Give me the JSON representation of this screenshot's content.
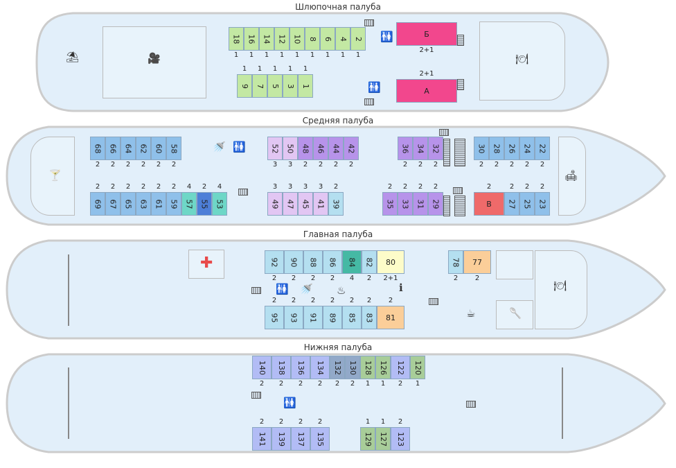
{
  "colors": {
    "lg": "#c3e8a3",
    "pk": "#f2478d",
    "bl": "#8fc0ea",
    "lv": "#e2c6f3",
    "pu": "#b793ea",
    "tq": "#6ed7c7",
    "db": "#4d7fd8",
    "rd": "#ef6a6a",
    "cy": "#b4dff0",
    "tl": "#45b9a4",
    "ly": "#fdfcc9",
    "or": "#fbce99",
    "pe": "#b2bcf5",
    "sl": "#92a9c9",
    "sg": "#a8cd99"
  },
  "decks": [
    {
      "title": "Шлюпочная палуба",
      "cabins": [
        {
          "num": "18",
          "c": "lg",
          "v": true,
          "cap": "1",
          "cp": "b"
        },
        {
          "num": "16",
          "c": "lg",
          "v": true,
          "cap": "1",
          "cp": "b"
        },
        {
          "num": "14",
          "c": "lg",
          "v": true,
          "cap": "1",
          "cp": "b"
        },
        {
          "num": "12",
          "c": "lg",
          "v": true,
          "cap": "1",
          "cp": "b"
        },
        {
          "num": "10",
          "c": "lg",
          "v": true,
          "cap": "1",
          "cp": "b"
        },
        {
          "num": "8",
          "c": "lg",
          "v": true,
          "cap": "1",
          "cp": "b"
        },
        {
          "num": "6",
          "c": "lg",
          "v": true,
          "cap": "1",
          "cp": "b"
        },
        {
          "num": "4",
          "c": "lg",
          "v": true,
          "cap": "1",
          "cp": "b"
        },
        {
          "num": "2",
          "c": "lg",
          "v": true,
          "cap": "1",
          "cp": "b"
        },
        {
          "num": "9",
          "c": "lg",
          "v": true,
          "cap": "1",
          "cp": "t"
        },
        {
          "num": "7",
          "c": "lg",
          "v": true,
          "cap": "1",
          "cp": "t"
        },
        {
          "num": "5",
          "c": "lg",
          "v": true,
          "cap": "1",
          "cp": "t"
        },
        {
          "num": "3",
          "c": "lg",
          "v": true,
          "cap": "1",
          "cp": "t"
        },
        {
          "num": "1",
          "c": "lg",
          "v": true,
          "cap": "1",
          "cp": "t"
        },
        {
          "num": "Б",
          "c": "pk",
          "v": false,
          "cap": "2+1",
          "cp": "b"
        },
        {
          "num": "А",
          "c": "pk",
          "v": false,
          "cap": "2+1",
          "cp": "t"
        }
      ]
    },
    {
      "title": "Средняя палуба",
      "cabins": [
        {
          "num": "68",
          "c": "bl",
          "v": true,
          "cap": "2",
          "cp": "b"
        },
        {
          "num": "66",
          "c": "bl",
          "v": true,
          "cap": "2",
          "cp": "b"
        },
        {
          "num": "64",
          "c": "bl",
          "v": true,
          "cap": "2",
          "cp": "b"
        },
        {
          "num": "62",
          "c": "bl",
          "v": true,
          "cap": "2",
          "cp": "b"
        },
        {
          "num": "60",
          "c": "bl",
          "v": true,
          "cap": "2",
          "cp": "b"
        },
        {
          "num": "58",
          "c": "bl",
          "v": true,
          "cap": "2",
          "cp": "b"
        },
        {
          "num": "69",
          "c": "bl",
          "v": true,
          "cap": "2",
          "cp": "t"
        },
        {
          "num": "67",
          "c": "bl",
          "v": true,
          "cap": "2",
          "cp": "t"
        },
        {
          "num": "65",
          "c": "bl",
          "v": true,
          "cap": "2",
          "cp": "t"
        },
        {
          "num": "63",
          "c": "bl",
          "v": true,
          "cap": "2",
          "cp": "t"
        },
        {
          "num": "61",
          "c": "bl",
          "v": true,
          "cap": "2",
          "cp": "t"
        },
        {
          "num": "59",
          "c": "bl",
          "v": true,
          "cap": "2",
          "cp": "t"
        },
        {
          "num": "57",
          "c": "tq",
          "v": true,
          "cap": "4",
          "cp": "t"
        },
        {
          "num": "55",
          "c": "db",
          "v": true,
          "cap": "2",
          "cp": "t"
        },
        {
          "num": "53",
          "c": "tq",
          "v": true,
          "cap": "4",
          "cp": "t"
        },
        {
          "num": "52",
          "c": "lv",
          "v": true,
          "cap": "3",
          "cp": "b"
        },
        {
          "num": "50",
          "c": "lv",
          "v": true,
          "cap": "3",
          "cp": "b"
        },
        {
          "num": "48",
          "c": "pu",
          "v": true,
          "cap": "2",
          "cp": "b"
        },
        {
          "num": "46",
          "c": "pu",
          "v": true,
          "cap": "2",
          "cp": "b"
        },
        {
          "num": "44",
          "c": "pu",
          "v": true,
          "cap": "2",
          "cp": "b"
        },
        {
          "num": "42",
          "c": "pu",
          "v": true,
          "cap": "2",
          "cp": "b"
        },
        {
          "num": "49",
          "c": "lv",
          "v": true,
          "cap": "3",
          "cp": "t"
        },
        {
          "num": "47",
          "c": "lv",
          "v": true,
          "cap": "3",
          "cp": "t"
        },
        {
          "num": "45",
          "c": "lv",
          "v": true,
          "cap": "3",
          "cp": "t"
        },
        {
          "num": "41",
          "c": "lv",
          "v": true,
          "cap": "3",
          "cp": "t"
        },
        {
          "num": "39",
          "c": "cy",
          "v": true,
          "cap": "2",
          "cp": "t"
        },
        {
          "num": "36",
          "c": "pu",
          "v": true,
          "cap": "2",
          "cp": "b"
        },
        {
          "num": "34",
          "c": "pu",
          "v": true,
          "cap": "2",
          "cp": "b"
        },
        {
          "num": "32",
          "c": "pu",
          "v": true,
          "cap": "2",
          "cp": "b"
        },
        {
          "num": "35",
          "c": "pu",
          "v": true,
          "cap": "2",
          "cp": "t"
        },
        {
          "num": "33",
          "c": "pu",
          "v": true,
          "cap": "2",
          "cp": "t"
        },
        {
          "num": "31",
          "c": "pu",
          "v": true,
          "cap": "2",
          "cp": "t"
        },
        {
          "num": "29",
          "c": "pu",
          "v": true,
          "cap": "2",
          "cp": "t"
        },
        {
          "num": "30",
          "c": "bl",
          "v": true,
          "cap": "2",
          "cp": "b"
        },
        {
          "num": "28",
          "c": "bl",
          "v": true,
          "cap": "2",
          "cp": "b"
        },
        {
          "num": "26",
          "c": "bl",
          "v": true,
          "cap": "2",
          "cp": "b"
        },
        {
          "num": "24",
          "c": "bl",
          "v": true,
          "cap": "2",
          "cp": "b"
        },
        {
          "num": "22",
          "c": "bl",
          "v": true,
          "cap": "2",
          "cp": "b"
        },
        {
          "num": "В",
          "c": "rd",
          "v": false,
          "cap": "2",
          "cp": "t"
        },
        {
          "num": "27",
          "c": "bl",
          "v": true,
          "cap": "2",
          "cp": "t"
        },
        {
          "num": "25",
          "c": "bl",
          "v": true,
          "cap": "2",
          "cp": "t"
        },
        {
          "num": "23",
          "c": "bl",
          "v": true,
          "cap": "2",
          "cp": "t"
        }
      ]
    },
    {
      "title": "Главная палуба",
      "cabins": [
        {
          "num": "92",
          "c": "cy",
          "v": true,
          "cap": "2",
          "cp": "b"
        },
        {
          "num": "90",
          "c": "cy",
          "v": true,
          "cap": "2",
          "cp": "b"
        },
        {
          "num": "88",
          "c": "cy",
          "v": true,
          "cap": "2",
          "cp": "b"
        },
        {
          "num": "86",
          "c": "cy",
          "v": true,
          "cap": "2",
          "cp": "b"
        },
        {
          "num": "84",
          "c": "tl",
          "v": true,
          "cap": "4",
          "cp": "b"
        },
        {
          "num": "82",
          "c": "cy",
          "v": true,
          "cap": "2",
          "cp": "b"
        },
        {
          "num": "80",
          "c": "ly",
          "v": false,
          "cap": "2+1",
          "cp": "b"
        },
        {
          "num": "95",
          "c": "cy",
          "v": true,
          "cap": "2",
          "cp": "t"
        },
        {
          "num": "93",
          "c": "cy",
          "v": true,
          "cap": "2",
          "cp": "t"
        },
        {
          "num": "91",
          "c": "cy",
          "v": true,
          "cap": "2",
          "cp": "t"
        },
        {
          "num": "89",
          "c": "cy",
          "v": true,
          "cap": "2",
          "cp": "t"
        },
        {
          "num": "85",
          "c": "cy",
          "v": true,
          "cap": "2",
          "cp": "t"
        },
        {
          "num": "83",
          "c": "cy",
          "v": true,
          "cap": "2",
          "cp": "t"
        },
        {
          "num": "81",
          "c": "or",
          "v": false,
          "cap": "2",
          "cp": "t"
        },
        {
          "num": "78",
          "c": "cy",
          "v": true,
          "cap": "2",
          "cp": "b"
        },
        {
          "num": "77",
          "c": "or",
          "v": false,
          "cap": "2",
          "cp": "b"
        }
      ]
    },
    {
      "title": "Нижняя палуба",
      "cabins": [
        {
          "num": "140",
          "c": "pe",
          "v": true,
          "cap": "2",
          "cp": "b"
        },
        {
          "num": "138",
          "c": "pe",
          "v": true,
          "cap": "2",
          "cp": "b"
        },
        {
          "num": "136",
          "c": "pe",
          "v": true,
          "cap": "2",
          "cp": "b"
        },
        {
          "num": "134",
          "c": "pe",
          "v": true,
          "cap": "2",
          "cp": "b"
        },
        {
          "num": "132",
          "c": "sl",
          "v": true,
          "cap": "2",
          "cp": "b"
        },
        {
          "num": "130",
          "c": "sl",
          "v": true,
          "cap": "2",
          "cp": "b"
        },
        {
          "num": "128",
          "c": "sg",
          "v": true,
          "cap": "1",
          "cp": "b"
        },
        {
          "num": "126",
          "c": "sg",
          "v": true,
          "cap": "1",
          "cp": "b"
        },
        {
          "num": "122",
          "c": "pe",
          "v": true,
          "cap": "2",
          "cp": "b"
        },
        {
          "num": "120",
          "c": "sg",
          "v": true,
          "cap": "1",
          "cp": "b"
        },
        {
          "num": "141",
          "c": "pe",
          "v": true,
          "cap": "2",
          "cp": "t"
        },
        {
          "num": "139",
          "c": "pe",
          "v": true,
          "cap": "2",
          "cp": "t"
        },
        {
          "num": "137",
          "c": "pe",
          "v": true,
          "cap": "2",
          "cp": "t"
        },
        {
          "num": "135",
          "c": "pe",
          "v": true,
          "cap": "2",
          "cp": "t"
        },
        {
          "num": "129",
          "c": "sg",
          "v": true,
          "cap": "1",
          "cp": "t"
        },
        {
          "num": "127",
          "c": "sg",
          "v": true,
          "cap": "1",
          "cp": "t"
        },
        {
          "num": "123",
          "c": "pe",
          "v": true,
          "cap": "2",
          "cp": "t"
        }
      ]
    }
  ],
  "icons": [
    {
      "name": "umbrella-icon",
      "g": "⛱"
    },
    {
      "name": "cinema-icon",
      "g": "🎥"
    },
    {
      "name": "restroom-icon",
      "g": "🚻"
    },
    {
      "name": "restaurant-icon",
      "g": "🍽"
    },
    {
      "name": "restroom-icon",
      "g": "🚻"
    },
    {
      "name": "cocktail-icon",
      "g": "🍸"
    },
    {
      "name": "shower-icon",
      "g": "🚿"
    },
    {
      "name": "restroom-icon",
      "g": "🚻"
    },
    {
      "name": "sofa-icon",
      "g": "🛋"
    },
    {
      "name": "restroom-icon",
      "g": "🚻"
    },
    {
      "name": "shower-icon",
      "g": "🚿"
    },
    {
      "name": "iron-icon",
      "g": "♨"
    },
    {
      "name": "info-icon",
      "g": "ℹ"
    },
    {
      "name": "restaurant-icon",
      "g": "🍽"
    },
    {
      "name": "coffee-icon",
      "g": "☕"
    },
    {
      "name": "ladle-icon",
      "g": "🥄"
    },
    {
      "name": "restroom-icon",
      "g": "🚻"
    }
  ]
}
